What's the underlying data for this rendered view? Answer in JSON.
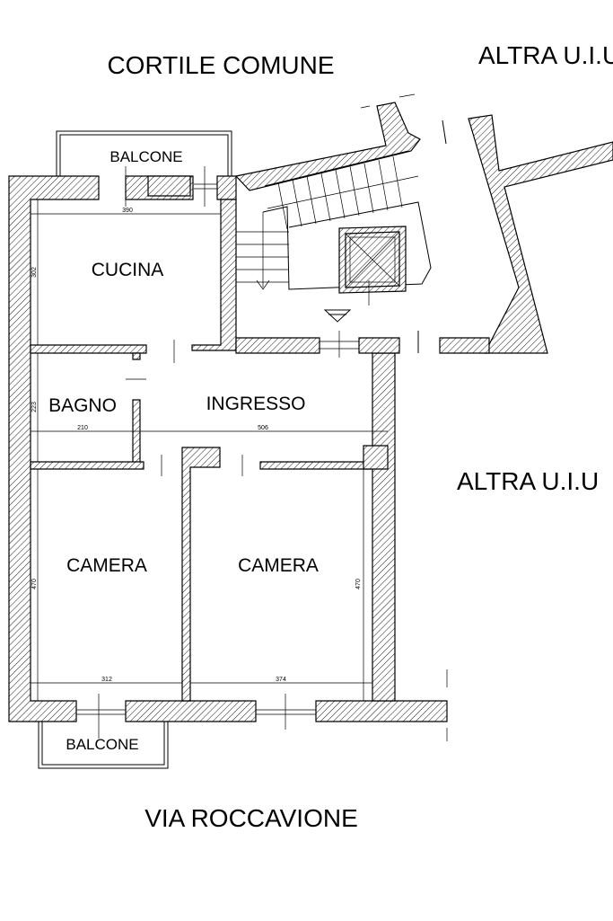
{
  "labels": {
    "cortile_comune": "CORTILE COMUNE",
    "altra_uiu_top": "ALTRA U.I.U",
    "altra_uiu_right": "ALTRA U.I.U",
    "via_roccavione": "VIA ROCCAVIONE",
    "balcone_top": "BALCONE",
    "balcone_bottom": "BALCONE"
  },
  "rooms": {
    "cucina": "CUCINA",
    "bagno": "BAGNO",
    "ingresso": "INGRESSO",
    "camera_left": "CAMERA",
    "camera_right": "CAMERA"
  },
  "dimensions": {
    "cucina_width": "390",
    "cucina_height": "302",
    "bagno_height": "223",
    "bagno_width": "210",
    "ingresso_width": "506",
    "camera_left_height": "470",
    "camera_right_height": "470",
    "camera_left_width": "312",
    "camera_right_width": "374"
  }
}
